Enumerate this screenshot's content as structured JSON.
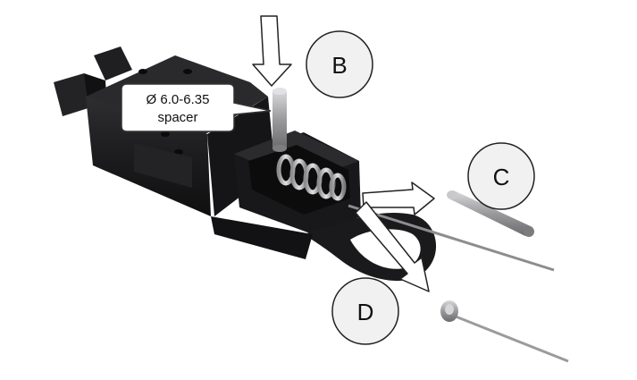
{
  "spacer_callout": {
    "line1": "Ø 6.0-6.35",
    "line2": "spacer"
  },
  "labels": {
    "b": "B",
    "c": "C",
    "d": "D"
  },
  "colors": {
    "body": "#1c1c1e",
    "steel": "#a9a9ab",
    "arrow_fill": "#ffffff",
    "outline": "#222222"
  }
}
